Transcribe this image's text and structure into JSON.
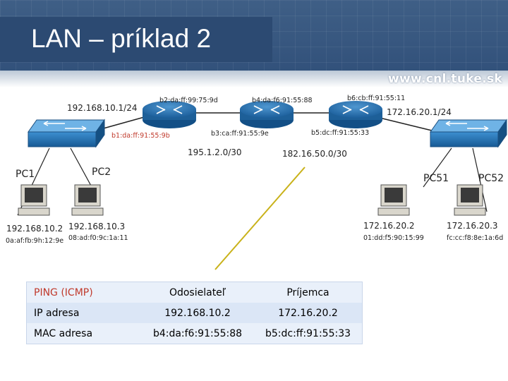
{
  "slide": {
    "title": "LAN – príklad 2",
    "url": "www.cnl.tuke.sk"
  },
  "network": {
    "router_left_ip": "192.168.10.1/24",
    "router_right_ip": "172.16.20.1/24",
    "mac_b2": "b2:da:ff:99:75:9d",
    "mac_b4": "b4:da:f6:91:55:88",
    "mac_b6": "b6:cb:ff:91:55:11",
    "mac_b1": "b1:da:ff:91:55:9b",
    "mac_b3": "b3:ca:ff:91:55:9e",
    "mac_b5": "b5:dc:ff:91:55:33",
    "net_middle_left": "195.1.2.0/30",
    "net_middle_right": "182.16.50.0/30",
    "pc1": {
      "name": "PC1",
      "ip": "192.168.10.2",
      "mac": "0a:af:fb:9h:12:9e"
    },
    "pc2": {
      "name": "PC2",
      "ip": "192.168.10.3",
      "mac": "08:ad:f0:9c:1a:11"
    },
    "pc51": {
      "name": "PC51",
      "ip": "172.16.20.2",
      "mac": "01:dd:f5:90:15:99"
    },
    "pc52": {
      "name": "PC52",
      "ip": "172.16.20.3",
      "mac": "fc:cc:f8:8e:1a:6d"
    }
  },
  "table": {
    "header": [
      "PING (ICMP)",
      "Odosielateľ",
      "Príjemca"
    ],
    "rows": [
      [
        "IP adresa",
        "192.168.10.2",
        "172.16.20.2"
      ],
      [
        "MAC adresa",
        "b4:da:f6:91:55:88",
        "b5:dc:ff:91:55:33"
      ]
    ]
  },
  "colors": {
    "header_bg": "#2f4e78",
    "title_bar": "#2c4a72",
    "red_label": "#c0392b",
    "device_blue": "#1d6fb0",
    "annotation_line": "#c9b21a"
  }
}
